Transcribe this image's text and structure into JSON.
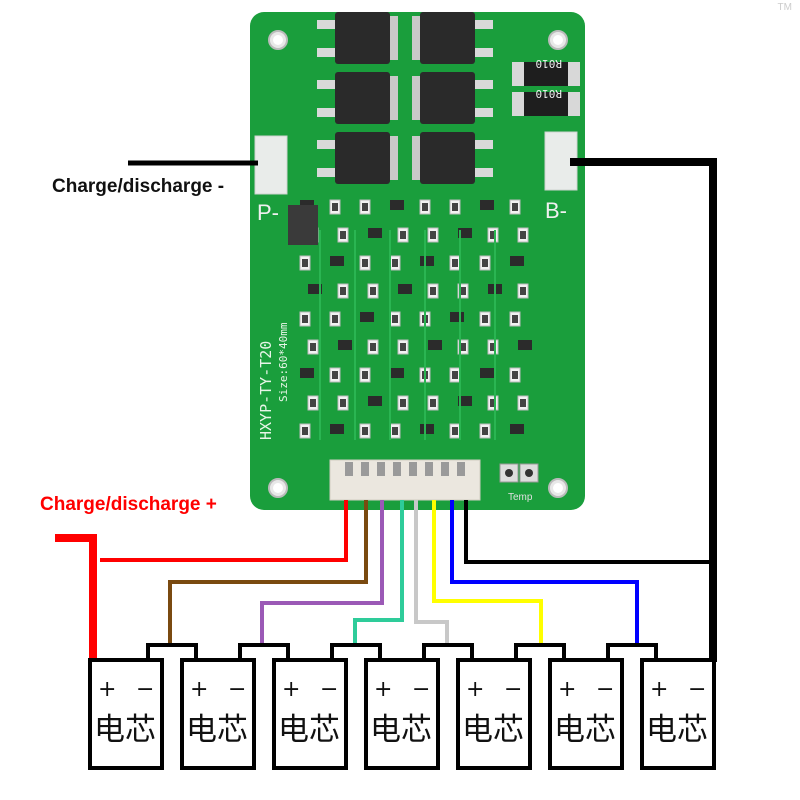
{
  "watermark": "TM",
  "labels": {
    "charge_neg": "Charge/discharge -",
    "charge_pos": "Charge/discharge +"
  },
  "board": {
    "model": "HXYP-TY-T20",
    "size": "Size:60*40mm",
    "pad_p": "P-",
    "pad_b": "B-",
    "temp_label": "Temp",
    "resistor_code": "R010",
    "resistor_count": 2,
    "mosfet_count": 6,
    "connector_pins": 8
  },
  "wires": [
    {
      "name": "red",
      "color": "#ff0000"
    },
    {
      "name": "brown",
      "color": "#7a4a10"
    },
    {
      "name": "purple",
      "color": "#9b59b6"
    },
    {
      "name": "green-cyan",
      "color": "#2ecc9a"
    },
    {
      "name": "gray",
      "color": "#c8c8c8"
    },
    {
      "name": "yellow",
      "color": "#ffff00"
    },
    {
      "name": "blue",
      "color": "#0000ff"
    },
    {
      "name": "black",
      "color": "#000000"
    }
  ],
  "cells": {
    "count": 7,
    "plus": "+",
    "minus": "−",
    "label": "电芯"
  },
  "colors": {
    "pcb": "#1a9e3c",
    "pcb_dark": "#0f7a2c",
    "label_red": "#ff0000",
    "label_black": "#111111"
  }
}
